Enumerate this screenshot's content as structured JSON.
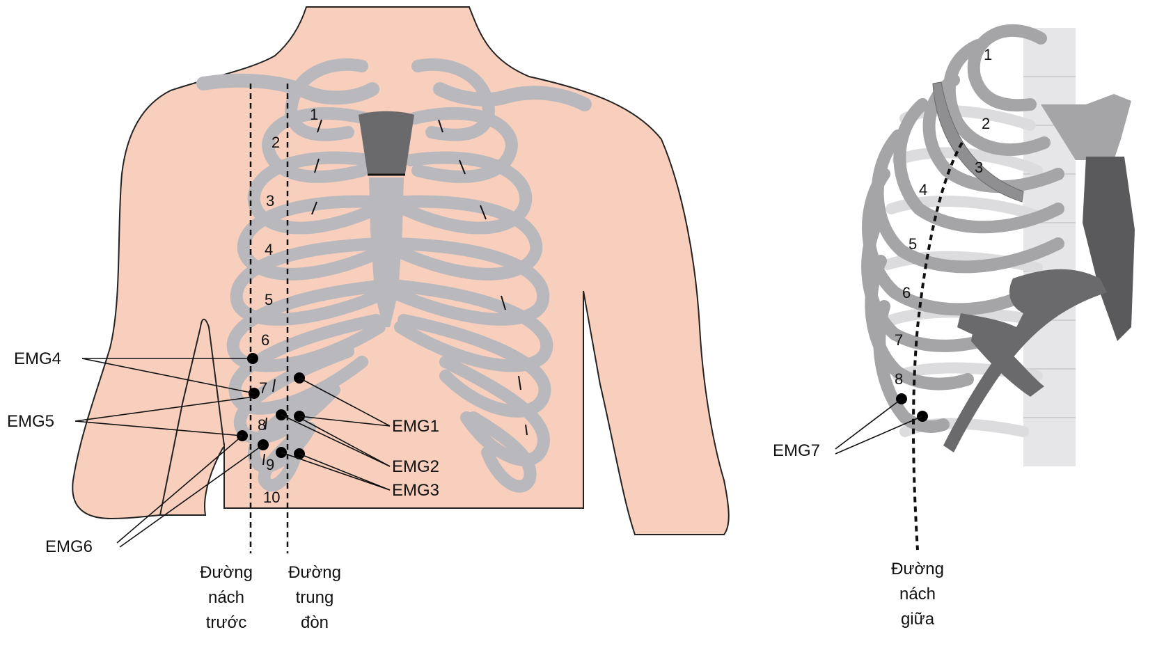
{
  "colors": {
    "skin": "#f8cfbd",
    "rib_light": "#b9b9bd",
    "rib_mid": "#a5a5a8",
    "rib_dark": "#6a6a6c",
    "muscle_dark": "#5a5a5c",
    "outline": "#222222",
    "electrode": "#000000"
  },
  "front": {
    "rib_numbers": [
      "1",
      "2",
      "3",
      "4",
      "5",
      "6",
      "7",
      "8",
      "9",
      "10"
    ],
    "labels": {
      "emg1": "EMG1",
      "emg2": "EMG2",
      "emg3": "EMG3",
      "emg4": "EMG4",
      "emg5": "EMG5",
      "emg6": "EMG6"
    },
    "guide_lines": {
      "anterior_axillary": [
        "Đường",
        "nách",
        "trước"
      ],
      "midclavicular": [
        "Đường",
        "trung",
        "đòn"
      ]
    }
  },
  "side": {
    "rib_numbers": [
      "1",
      "2",
      "3",
      "4",
      "5",
      "6",
      "7",
      "8"
    ],
    "labels": {
      "emg7": "EMG7"
    },
    "guide_lines": {
      "mid_axillary": [
        "Đường",
        "nách",
        "giữa"
      ]
    }
  }
}
